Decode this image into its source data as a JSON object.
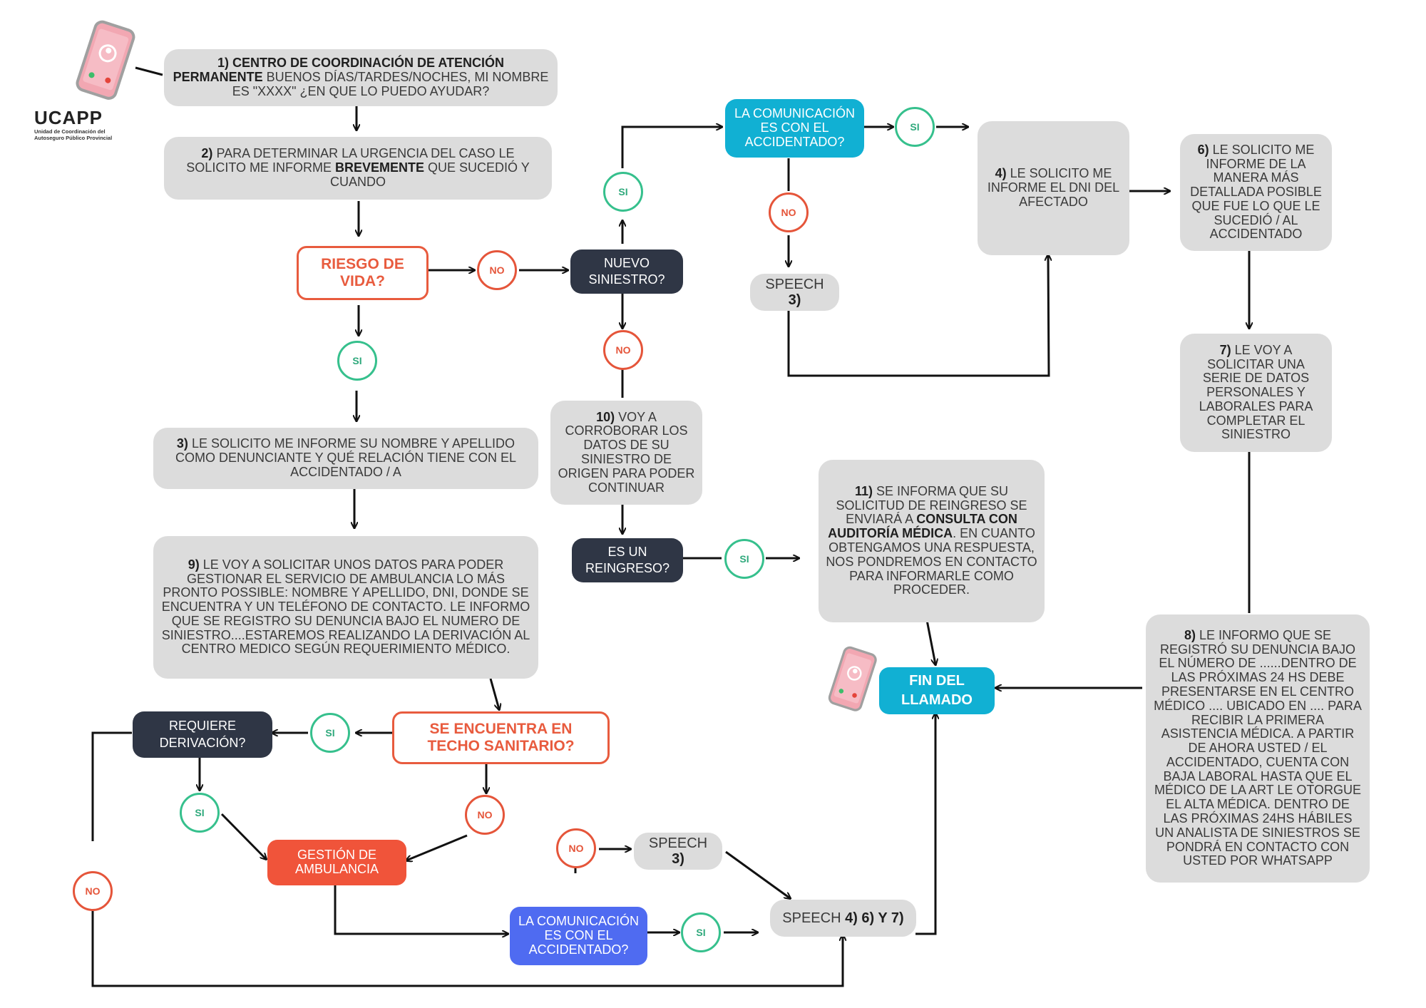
{
  "logo": {
    "name": "UCAPP",
    "subtitle_line1": "Unidad de Coordinación del",
    "subtitle_line2": "Autoseguro Público Provincial"
  },
  "nodes": {
    "n1": {
      "num": "1)",
      "bold": "CENTRO DE COORDINACIÓN DE ATENCIÓN PERMANENTE",
      "text": " BUENOS DÍAS/TARDES/NOCHES, MI NOMBRE ES \"XXXX\" ¿EN QUE LO PUEDO AYUDAR?"
    },
    "n2": {
      "num": "2)",
      "text_a": " PARA DETERMINAR LA URGENCIA DEL CASO LE SOLICITO ME INFORME ",
      "bold": "BREVEMENTE",
      "text_b": " QUE SUCEDIÓ Y CUANDO"
    },
    "riesgo": "RIESGO DE VIDA?",
    "nuevo_siniestro": "NUEVO SINIESTRO?",
    "comunicacion_top": "LA COMUNICACIÓN ES CON EL ACCIDENTADO?",
    "n4": {
      "num": "4)",
      "text": " LE SOLICITO ME INFORME EL DNI DEL AFECTADO"
    },
    "n6": {
      "num": "6)",
      "text": " LE SOLICITO ME INFORME DE LA MANERA MÁS DETALLADA POSIBLE QUE FUE LO QUE LE SUCEDIÓ / AL ACCIDENTADO"
    },
    "speech3_top": {
      "text": "SPEECH ",
      "bold": "3)"
    },
    "n7": {
      "num": "7)",
      "text": " LE VOY A SOLICITAR UNA SERIE DE DATOS PERSONALES Y LABORALES PARA COMPLETAR EL SINIESTRO"
    },
    "n3": {
      "num": "3)",
      "text": " LE SOLICITO ME INFORME SU NOMBRE Y APELLIDO COMO DENUNCIANTE Y QUÉ RELACIÓN TIENE CON EL ACCIDENTADO / A"
    },
    "n10": {
      "num": "10)",
      "text": " VOY A CORROBORAR LOS DATOS DE SU SINIESTRO DE ORIGEN PARA PODER CONTINUAR"
    },
    "reingreso": "ES UN REINGRESO?",
    "n11": {
      "num": "11)",
      "text_a": " SE INFORMA QUE SU SOLICITUD DE REINGRESO SE ENVIARÁ A ",
      "bold": "CONSULTA CON AUDITORÍA MÉDICA",
      "text_b": ". EN CUANTO OBTENGAMOS UNA RESPUESTA, NOS PONDREMOS EN CONTACTO PARA INFORMARLE COMO PROCEDER."
    },
    "n9": {
      "num": "9)",
      "text": " LE VOY A SOLICITAR UNOS DATOS PARA PODER GESTIONAR EL SERVICIO DE AMBULANCIA LO MÁS PRONTO POSSIBLE: NOMBRE Y APELLIDO, DNI, DONDE SE ENCUENTRA Y UN TELÉFONO DE CONTACTO. LE INFORMO QUE SE REGISTRO SU DENUNCIA BAJO EL NUMERO DE SINIESTRO....ESTAREMOS REALIZANDO LA DERIVACIÓN AL CENTRO MEDICO SEGÚN REQUERIMIENTO MÉDICO."
    },
    "n8": {
      "num": "8)",
      "text": " LE INFORMO QUE SE REGISTRÓ SU DENUNCIA BAJO EL NÚMERO DE ......DENTRO DE LAS PRÓXIMAS 24 HS DEBE PRESENTARSE EN EL CENTRO MÉDICO .... UBICADO EN .... PARA RECIBIR LA PRIMERA ASISTENCIA MÉDICA. A PARTIR DE AHORA USTED / EL ACCIDENTADO, CUENTA CON BAJA LABORAL HASTA QUE EL MÉDICO DE LA ART LE OTORGUE EL ALTA MÉDICA. DENTRO DE LAS PRÓXIMAS 24HS HÁBILES UN ANALISTA DE SINIESTROS SE PONDRÁ EN CONTACTO CON USTED POR WHATSAPP"
    },
    "fin": "FIN DEL LLAMADO",
    "requiere": "REQUIERE DERIVACIÓN?",
    "techo": "SE ENCUENTRA EN TECHO SANITARIO?",
    "ambulancia": "GESTIÓN DE AMBULANCIA",
    "comunicacion_bottom": "LA COMUNICACIÓN ES CON EL ACCIDENTADO?",
    "speech3_bottom": {
      "text": "SPEECH ",
      "bold": "3)"
    },
    "speech467": {
      "text": "SPEECH ",
      "bold": "4) 6) Y 7)"
    }
  },
  "labels": {
    "si": "SI",
    "no": "NO"
  },
  "colors": {
    "gray_box": "#dcdcdc",
    "dark_box": "#2f3645",
    "cyan": "#11b0d3",
    "blue": "#4f6bf1",
    "orange": "#f0543a",
    "outline_red": "#e85b3e",
    "si_green": "#36c08d",
    "no_red": "#e5553a"
  },
  "icons": [
    "phone-icon"
  ]
}
